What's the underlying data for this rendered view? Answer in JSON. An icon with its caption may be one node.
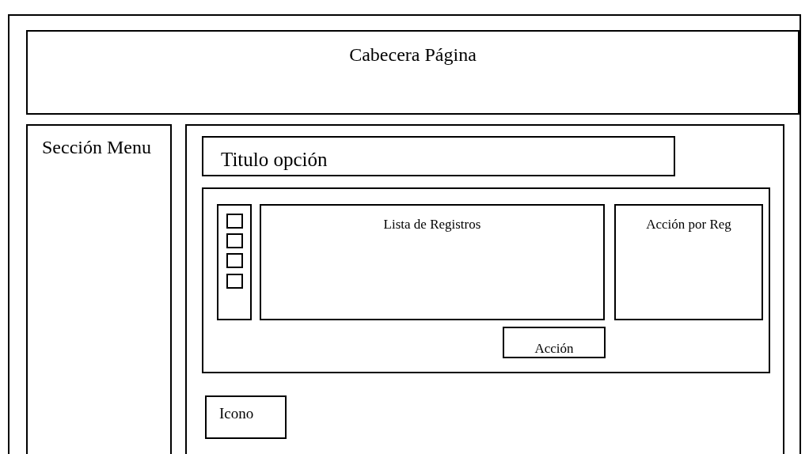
{
  "diagram": {
    "nodes": [
      {
        "text": [],
        "shape": "box"
      },
      {
        "text": [
          "Cabecera Página"
        ],
        "in": 0
      },
      {
        "text": [
          "Sección Menu"
        ],
        "in": 0
      },
      {
        "text": [],
        "shape": "box",
        "in": 0
      },
      {
        "text": [
          "Titulo opción"
        ],
        "in": 3
      },
      {
        "text": [],
        "shape": "box",
        "in": 3
      },
      {
        "text": [],
        "shape": "box",
        "in": 5
      },
      {
        "text": [],
        "shape": "box",
        "in": 6
      },
      {
        "text": [],
        "shape": "box",
        "in": 6
      },
      {
        "text": [],
        "shape": "box",
        "in": 6
      },
      {
        "text": [],
        "shape": "box",
        "in": 6
      },
      {
        "text": [
          "Lista de Registros"
        ],
        "in": 5
      },
      {
        "text": [
          "Acción por Reg"
        ],
        "in": 5
      },
      {
        "text": [
          "Acción"
        ],
        "in": 5
      },
      {
        "text": [
          "Icono"
        ],
        "in": 3
      }
    ]
  }
}
